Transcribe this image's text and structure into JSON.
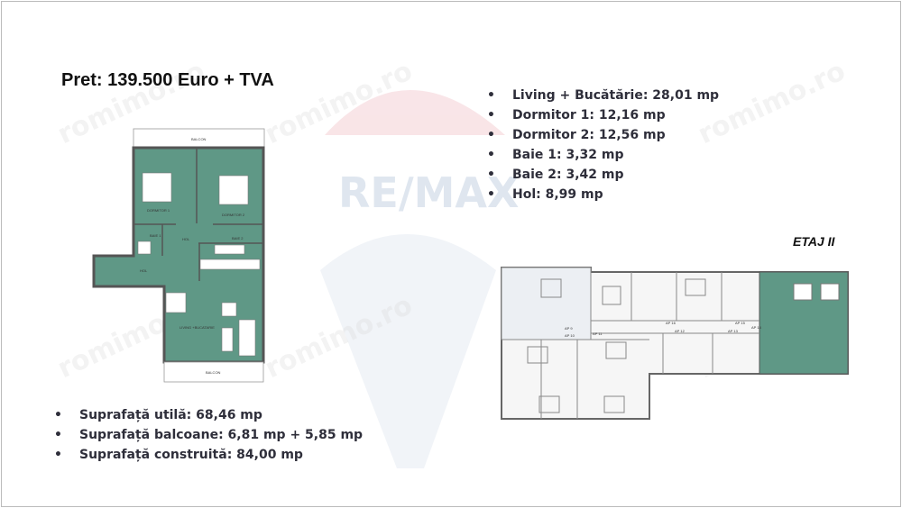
{
  "price": "Pret: 139.500 Euro + TVA",
  "rooms": [
    "Living + Bucătărie: 28,01 mp",
    "Dormitor 1: 12,16 mp",
    "Dormitor 2: 12,56 mp",
    "Baie 1: 3,32 mp",
    "Baie 2: 3,42 mp",
    "Hol: 8,99 mp"
  ],
  "totals": [
    "Suprafață utilă: 68,46 mp",
    "Suprafață balcoane: 6,81 mp + 5,85 mp",
    "Suprafață construită: 84,00 mp"
  ],
  "floor_label": "ETAJ II",
  "floor_plan": {
    "balcony_top": "BALCON",
    "bedroom1": "DORMITOR 1",
    "bedroom2": "DORMITOR 2",
    "bath1": "BAIE 1",
    "bath2": "BAIE 2",
    "hall_center": "HOL",
    "hall_left": "HOL",
    "living": "LIVING +BUCATARIE",
    "balcony_bottom": "BALCON"
  },
  "building_plan": {
    "apartments": [
      "AP 9",
      "AP 10",
      "AP 11",
      "AP 12",
      "AP 13",
      "AP 14",
      "AP 15",
      "AP 16"
    ]
  },
  "watermarks": {
    "logo": "RE/MAX",
    "site": "romimo.ro"
  },
  "colors": {
    "apartment_green": "#5f9886",
    "wall": "#555555",
    "logo_red": "#e8b3b8",
    "logo_blue": "#c8d3e3"
  }
}
